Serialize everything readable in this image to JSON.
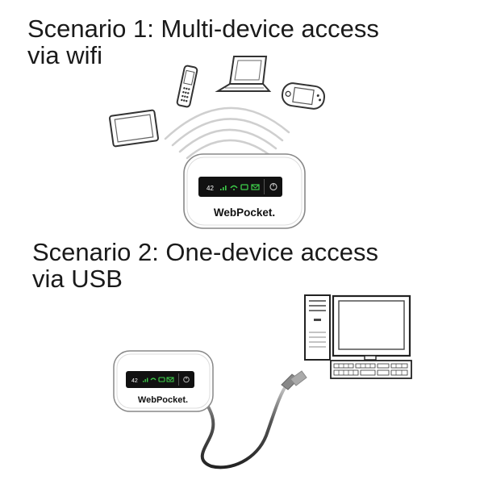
{
  "scenario1": {
    "title_line1": "Scenario 1: Multi-device access",
    "title_line2": "via wifi",
    "devices": [
      "tablet-icon",
      "mobile-phone-icon",
      "laptop-icon",
      "handheld-console-icon"
    ],
    "signal": "wifi-waves-icon"
  },
  "scenario2": {
    "title_line1": "Scenario 2: One-device access",
    "title_line2": "via USB",
    "devices": [
      "desktop-computer-icon"
    ],
    "connection": "usb-cable-icon"
  },
  "router": {
    "brand": "WebPocket.",
    "display_number": "42",
    "indicator_color": "#3ecf4a",
    "screen_color": "#111111"
  }
}
